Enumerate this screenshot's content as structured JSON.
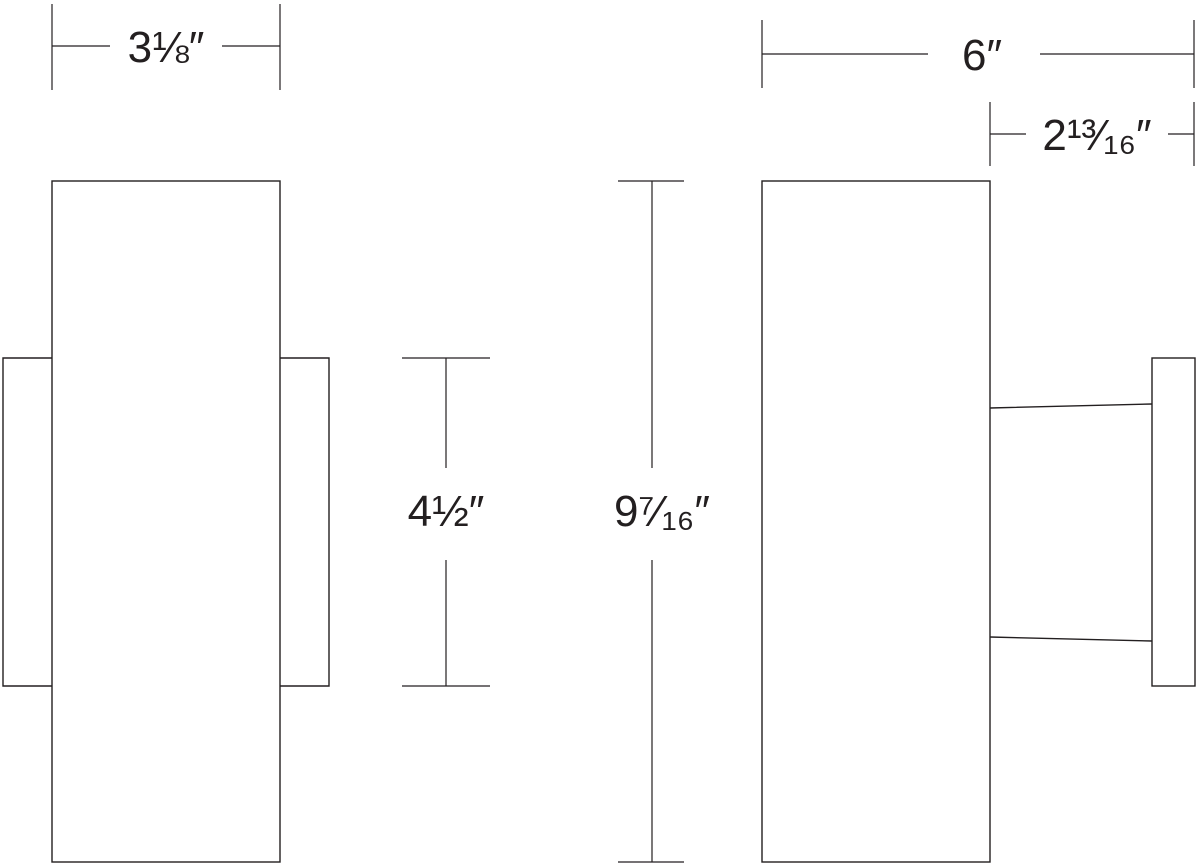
{
  "diagram": {
    "stroke_color": "#231f20",
    "background": "#ffffff",
    "views": [
      "front-view",
      "side-view"
    ],
    "dimensions": {
      "width": "3⅛″",
      "backplate_height": "4½″",
      "overall_height": "9⁷⁄₁₆″",
      "depth": "6″",
      "backplate_projection": "2¹³⁄₁₆″"
    }
  }
}
